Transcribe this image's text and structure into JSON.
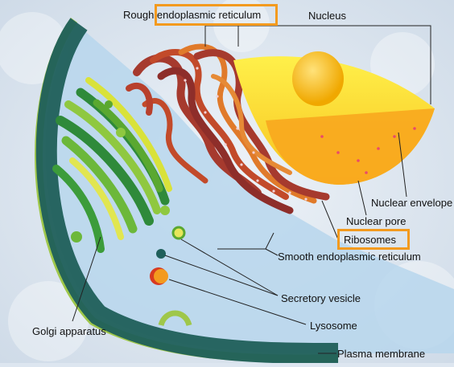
{
  "diagram": {
    "labels": {
      "rough_er": "Rough endoplasmic reticulum",
      "nucleus": "Nucleus",
      "nuclear_envelope": "Nuclear envelope",
      "nuclear_pore": "Nuclear pore",
      "ribosomes": "Ribosomes",
      "smooth_er": "Smooth endoplasmic reticulum",
      "secretory_vesicle": "Secretory vesicle",
      "lysosome": "Lysosome",
      "golgi": "Golgi apparatus",
      "plasma_membrane": "Plasma membrane"
    },
    "highlighted": [
      "rough_er",
      "ribosomes"
    ],
    "colors": {
      "highlight": "#f39a1e",
      "nucleolus": "#f5b400",
      "nucleus_fill": "#f8d84a",
      "rough_er": "#a63a2e",
      "golgi": "#5aa830",
      "membrane": "#1f5f5a",
      "cytoplasm": "#b7d6ec",
      "lysosome": "#d83a20"
    }
  }
}
